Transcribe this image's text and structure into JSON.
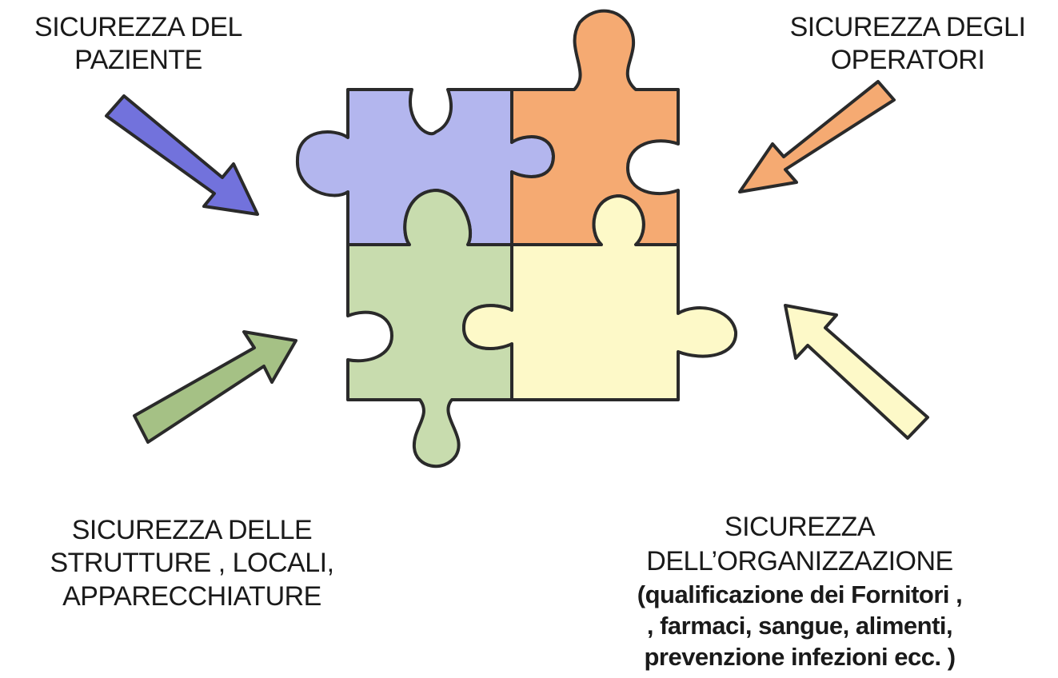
{
  "labels": {
    "top_left": {
      "line1": "SICUREZZA DEL",
      "line2": "PAZIENTE"
    },
    "top_right": {
      "line1": "SICUREZZA DEGLI",
      "line2": "OPERATORI"
    },
    "bottom_left": {
      "line1": "SICUREZZA DELLE",
      "line2": "STRUTTURE , LOCALI,",
      "line3": "APPARECCHIATURE"
    },
    "bottom_right": {
      "line1": "SICUREZZA",
      "line2": "DELL’ORGANIZZAZIONE",
      "line3": "(qualificazione dei Fornitori ,",
      "line4": ", farmaci, sangue, alimenti,",
      "line5": "prevenzione infezioni ecc. )"
    }
  },
  "colors": {
    "blue": "#b3b6ee",
    "blue_arrow": "#7272dc",
    "orange": "#f5aa72",
    "green": "#c8dcae",
    "green_arrow": "#a5c185",
    "yellow": "#fdf9c8",
    "outline": "#2a2a2a"
  },
  "icons": [
    "puzzle-piece-blue",
    "puzzle-piece-orange",
    "puzzle-piece-green",
    "puzzle-piece-yellow",
    "arrow-down-right",
    "arrow-down-left",
    "arrow-up-right",
    "arrow-up-left"
  ]
}
